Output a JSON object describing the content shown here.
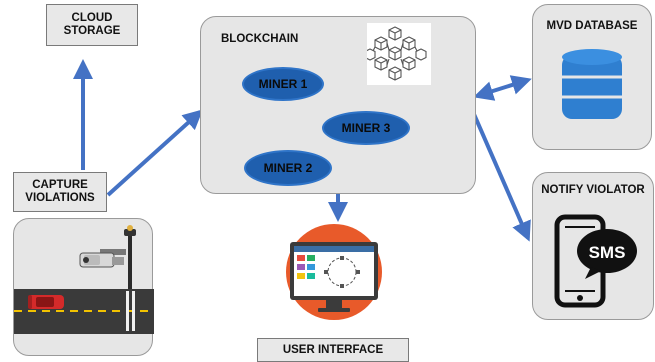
{
  "nodes": {
    "cloud_storage": [
      "CLOUD",
      "STORAGE"
    ],
    "capture_violations": [
      "CAPTURE",
      "VIOLATIONS"
    ],
    "blockchain": "BLOCKCHAIN",
    "miner1": "MINER 1",
    "miner2": "MINER 2",
    "miner3": "MINER 3",
    "mvd_database": "MVD DATABASE",
    "notify_violator": "NOTIFY VIOLATOR",
    "user_interface": "USER INTERFACE",
    "sms": "SMS"
  },
  "icons": {
    "blockchain": "blockchain-cubes-icon",
    "database": "database-icon",
    "phone": "smartphone-sms-icon",
    "monitor": "computer-monitor-icon",
    "camera": "traffic-camera-icon"
  },
  "colors": {
    "arrow_blue": "#4472c4",
    "arrow_gray": "#6b6b6b",
    "miner_fill": "#1f5fae",
    "panel_gray": "#e6e6e6"
  }
}
